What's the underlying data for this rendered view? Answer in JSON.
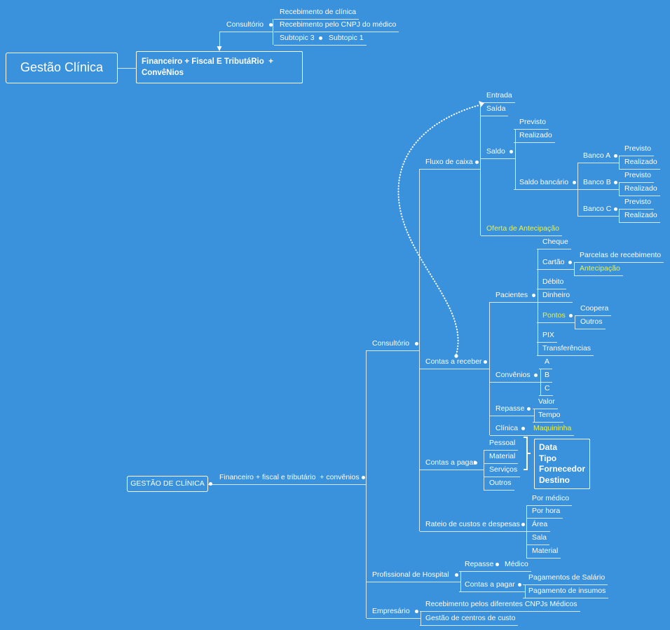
{
  "colors": {
    "background": "#3a92dc",
    "highlight": "#e9f24c",
    "line": "#d6e8f8",
    "text": "#ffffff"
  },
  "top": {
    "root": "Gestão Clínica",
    "main_line1": "Financeiro + Fiscal E TributáRio  +",
    "main_line2": "ConvêNios",
    "consultorio": "Consultório",
    "recebimento_clinica": "Recebimento de clínica",
    "recebimento_cnpj": "Recebimento pelo CNPJ do médico",
    "subtopic3": "Subtopic 3",
    "subtopic1": "Subtopic 1"
  },
  "main": {
    "root": "GESTÃO DE CLÍNICA",
    "branch": "Financeiro + fiscal e tributário  + convênios",
    "consultorio": "Consultório",
    "profissional": "Profissional de Hospital",
    "empresario": "Empresário",
    "fluxo": "Fluxo de caixa",
    "entrada": "Entrada",
    "saida": "Saída",
    "saldo": "Saldo",
    "oferta": "Oferta de Antecipação",
    "previsto": "Previsto",
    "realizado": "Realizado",
    "saldo_bancario": "Saldo bancário",
    "banco_a": "Banco A",
    "banco_b": "Banco B",
    "banco_c": "Banco C",
    "receber": "Contas a receber",
    "pacientes": "Pacientes",
    "cheque": "Cheque",
    "cartao": "Cartão",
    "parcelas": "Parcelas de recebimento",
    "antecipacao": "Antecipação",
    "debito": "Débito",
    "dinheiro": "Dinheiro",
    "pontos": "Pontos",
    "coopera": "Coopera",
    "outros": "Outros",
    "pix": "PIX",
    "transferencias": "Transferências",
    "convenios": "Convênios",
    "a": "A",
    "b": "B",
    "c": "C",
    "repasse": "Repasse",
    "valor": "Valor",
    "tempo": "Tempo",
    "clinica": "Clínica",
    "maquininha": "Maquininha",
    "pagar": "Contas a pagar",
    "pessoal": "Pessoal",
    "material": "Material",
    "servicos": "Serviços",
    "rateio": "Rateio de custos e despesas",
    "por_medico": "Por médico",
    "por_hora": "Por hora",
    "area": "Área",
    "sala": "Sala",
    "medico": "Médico",
    "pagamentos_salario": "Pagamentos de Salário",
    "pagamento_insumos": "Pagamento de insumos",
    "recebimento_cnpjs": "Recebimento pelos diferentes CNPJs Médicos",
    "gestao_centros": "Gestão de centros de custo"
  },
  "summary": {
    "items": [
      "Data",
      "Tipo",
      "Fornecedor",
      "Destino"
    ]
  }
}
